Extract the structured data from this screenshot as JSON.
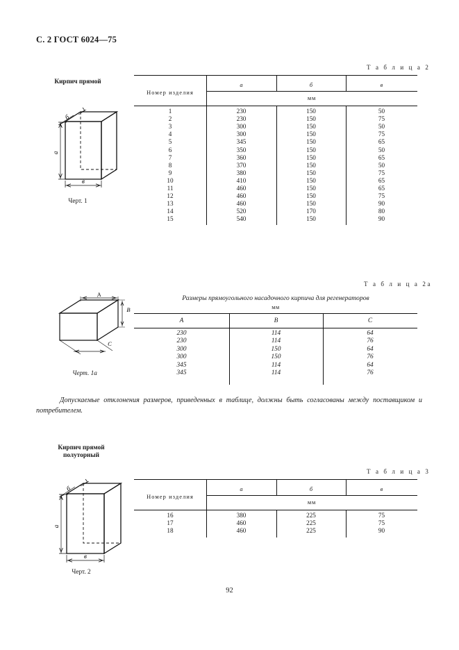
{
  "document": {
    "header": "С. 2 ГОСТ 6024—75",
    "page_number": "92"
  },
  "figures": {
    "fig1": {
      "title": "Кирпич прямой",
      "caption": "Черт. 1",
      "labels": {
        "top": "б",
        "left": "а",
        "bottom": "в"
      }
    },
    "fig1a": {
      "caption": "Черт. 1а",
      "labels": {
        "top": "A",
        "right": "B",
        "depth": "C"
      }
    },
    "fig2": {
      "title_line1": "Кирпич прямой",
      "title_line2": "полуторный",
      "caption": "Черт. 2",
      "labels": {
        "top": "б",
        "left": "а",
        "bottom": "в"
      }
    }
  },
  "table2": {
    "label": "Т а б л и ц а   2",
    "header": {
      "num_col": "Номер изделия",
      "cols": [
        "а",
        "б",
        "в"
      ],
      "unit": "мм"
    },
    "rows": [
      {
        "num": "1",
        "a": "230",
        "b": "150",
        "v": "50"
      },
      {
        "num": "2",
        "a": "230",
        "b": "150",
        "v": "75"
      },
      {
        "num": "3",
        "a": "300",
        "b": "150",
        "v": "50"
      },
      {
        "num": "4",
        "a": "300",
        "b": "150",
        "v": "75"
      },
      {
        "num": "5",
        "a": "345",
        "b": "150",
        "v": "65"
      },
      {
        "num": "6",
        "a": "350",
        "b": "150",
        "v": "50"
      },
      {
        "num": "7",
        "a": "360",
        "b": "150",
        "v": "65"
      },
      {
        "num": "8",
        "a": "370",
        "b": "150",
        "v": "50"
      },
      {
        "num": "9",
        "a": "380",
        "b": "150",
        "v": "75"
      },
      {
        "num": "10",
        "a": "410",
        "b": "150",
        "v": "65"
      },
      {
        "num": "11",
        "a": "460",
        "b": "150",
        "v": "65"
      },
      {
        "num": "12",
        "a": "460",
        "b": "150",
        "v": "75"
      },
      {
        "num": "13",
        "a": "460",
        "b": "150",
        "v": "90"
      },
      {
        "num": "14",
        "a": "520",
        "b": "170",
        "v": "80"
      },
      {
        "num": "15",
        "a": "540",
        "b": "150",
        "v": "90"
      }
    ]
  },
  "table2a": {
    "label": "Т а б л и ц а   2а",
    "caption": "Размеры прямоугольного насадочного кирпича для регенераторов",
    "unit": "мм",
    "header": [
      "A",
      "B",
      "C"
    ],
    "rows": [
      {
        "A": "230",
        "B": "114",
        "C": "64"
      },
      {
        "A": "230",
        "B": "114",
        "C": "76"
      },
      {
        "A": "300",
        "B": "150",
        "C": "64"
      },
      {
        "A": "300",
        "B": "150",
        "C": "76"
      },
      {
        "A": "345",
        "B": "114",
        "C": "64"
      },
      {
        "A": "345",
        "B": "114",
        "C": "76"
      }
    ]
  },
  "note": {
    "text": "Допускаемые отклонения размеров, приведенных в таблице, должны быть согласованы между поставщиком и потребителем."
  },
  "table3": {
    "label": "Т а б л и ц а   3",
    "header": {
      "num_col": "Номер изделия",
      "cols": [
        "а",
        "б",
        "в"
      ],
      "unit": "мм"
    },
    "rows": [
      {
        "num": "16",
        "a": "380",
        "b": "225",
        "v": "75"
      },
      {
        "num": "17",
        "a": "460",
        "b": "225",
        "v": "75"
      },
      {
        "num": "18",
        "a": "460",
        "b": "225",
        "v": "90"
      }
    ]
  },
  "colors": {
    "ink": "#111111",
    "paper": "#ffffff"
  }
}
